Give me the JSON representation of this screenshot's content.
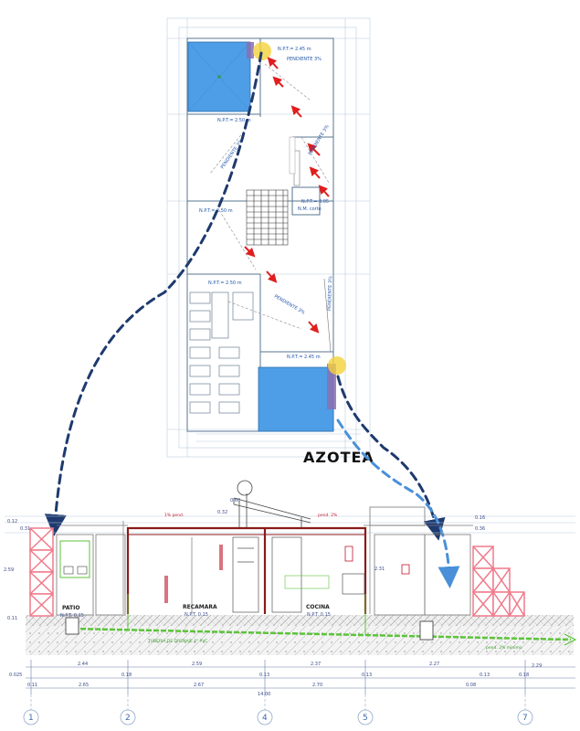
{
  "title": "AZOTEA",
  "plan_labels": {
    "npt_top": "N.P.T.= 2.45 m",
    "pendiente_top": "PENDIENTE 3%",
    "npt_1": "N.P.T.= 2.50 m",
    "npt_2": "N.P.T.= 2.50 m",
    "npt_3": "N.P.T.= 2.50 m",
    "npt_right": "N.P.T.= 3.05",
    "npt_right_sub": "N.M. corte",
    "npt_bottom": "N.P.T.= 2.45 m",
    "pendiente_1": "PENDIENTE 3%",
    "pendiente_2": "PENDIENTE 3%",
    "pendiente_3": "PENDIENTE 3%",
    "pendiente_4": "PENDIENTE 3%"
  },
  "section_labels": {
    "rooms": [
      "PATIO",
      "RECAMARA",
      "COCINA"
    ],
    "room_subs": [
      "N.P.T. 0.15",
      "N.P.T. 0.15",
      "N.P.T. 0.15"
    ],
    "heights_left": [
      "0.12",
      "0.31",
      "2.59",
      "0.11"
    ],
    "heights_right": [
      "0.16",
      "0.36"
    ],
    "heights_top": [
      "0.60",
      "0.32"
    ],
    "height_mid": "2.31",
    "slope_1": "1% pend.",
    "slope_2": "pend. 2%",
    "drain_note": "TUBERIA DE DRENAJE 4\" PVC",
    "drain_note_right": "pend. 2% minimo",
    "dims_row1": [
      "2.44",
      "2.59",
      "2.37",
      "2.27"
    ],
    "dims_row2": [
      "0.025",
      "0.18",
      "0.13",
      "0.13",
      "0.18"
    ],
    "dims_row3": [
      "2.65",
      "2.67",
      "2.70",
      "2.29"
    ],
    "dims_row3_extra": [
      "0.11",
      "0.08",
      "0.13"
    ],
    "total": "14.00"
  },
  "axes": [
    "1",
    "2",
    "4",
    "5",
    "7"
  ],
  "colors": {
    "water": "#4d9ee6",
    "wall_red": "#d2232a",
    "dash_navy": "#1e3a6e",
    "dash_light": "#4a90d9",
    "highlight": "#f4d23c",
    "arrow_red": "#e01e1e",
    "pipe_green": "#5cc33a",
    "block_pink": "#f07a8a"
  }
}
